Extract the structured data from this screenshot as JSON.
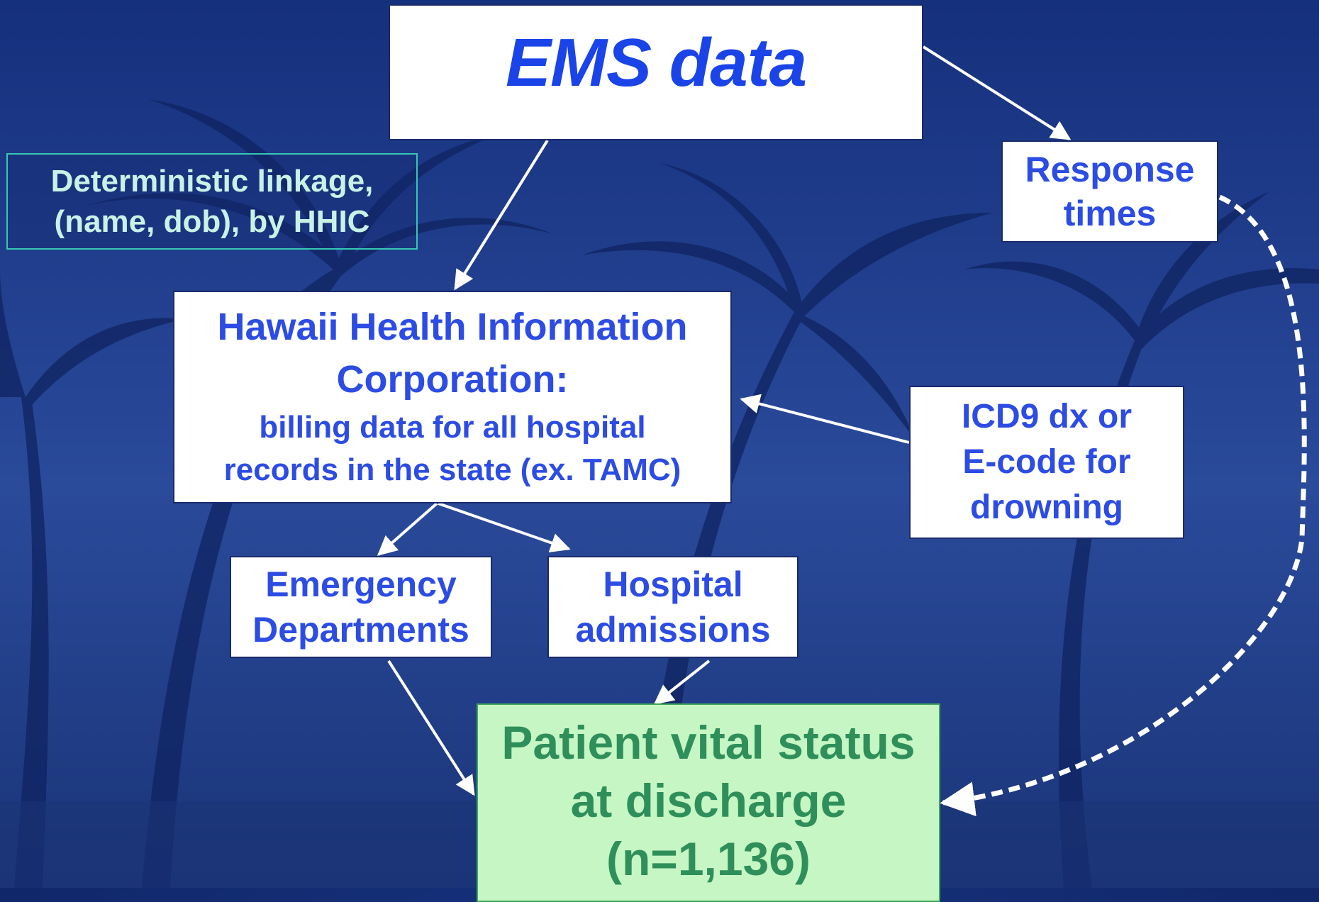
{
  "diagram": {
    "ems": {
      "title": "EMS data"
    },
    "linkage": {
      "line1": "Deterministic linkage,",
      "line2": "(name, dob), by HHIC"
    },
    "response": {
      "line1": "Response",
      "line2": "times"
    },
    "hhic": {
      "title_line1": "Hawaii Health Information",
      "title_line2": "Corporation:",
      "sub_line1": "billing data for all hospital",
      "sub_line2": "records in the state (ex. TAMC)"
    },
    "icd9": {
      "line1": "ICD9 dx or",
      "line2": "E-code for",
      "line3": "drowning"
    },
    "ed": {
      "line1": "Emergency",
      "line2": "Departments"
    },
    "hospital": {
      "line1": "Hospital",
      "line2": "admissions"
    },
    "patient": {
      "line1": "Patient vital status",
      "line2": "at discharge",
      "line3": "(n=1,136)"
    }
  },
  "colors": {
    "background": "#15307a",
    "box_text_blue": "#2c4ce3",
    "title_blue": "#1a43e8",
    "linkage_text": "#c9f2e6",
    "linkage_border": "#36c7b5",
    "result_fill": "#c6f6c4",
    "result_text": "#2f8f5a",
    "arrow": "#ffffff"
  }
}
